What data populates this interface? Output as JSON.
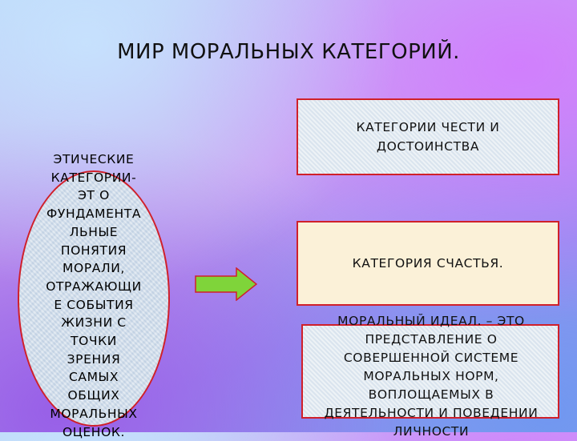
{
  "slide": {
    "title": "МИР МОРАЛЬНЫХ КАТЕГОРИЙ."
  },
  "oval": {
    "text": "ЭТИЧЕСКИЕ КАТЕГОРИИ-ЭТ О ФУНДАМЕНТАЛЬНЫЕ ПОНЯТИЯ МОРАЛИ, ОТРАЖАЮЩИЕ СОБЫТИЯ ЖИЗНИ С ТОЧКИ ЗРЕНИЯ САМЫХ ОБЩИХ МОРАЛЬНЫХ ОЦЕНОК.",
    "lines": [
      "ЭТИЧЕСКИЕ",
      "КАТЕГОРИИ-",
      "ЭТ О",
      "ФУНДАМЕНТА",
      "ЛЬНЫЕ",
      "ПОНЯТИЯ",
      "МОРАЛИ,",
      "ОТРАЖАЮЩИ",
      "Е СОБЫТИЯ",
      "ЖИЗНИ С",
      "ТОЧКИ",
      "ЗРЕНИЯ",
      "САМЫХ",
      "ОБЩИХ",
      "МОРАЛЬНЫХ",
      "ОЦЕНОК."
    ]
  },
  "boxes": [
    {
      "lines": [
        "КАТЕГОРИИ ЧЕСТИ И",
        "ДОСТОИНСТВА"
      ]
    },
    {
      "lines": [
        "КАТЕГОРИЯ СЧАСТЬЯ."
      ]
    },
    {
      "lines": [
        "МОРАЛЬНЫЙ ИДЕАЛ. – ЭТО",
        "ПРЕДСТАВЛЕНИЕ  О",
        "СОВЕРШЕННОЙ  СИСТЕМЕ",
        "МОРАЛЬНЫХ НОРМ,",
        "ВОПЛОЩАЕМЫХ  В",
        "ДЕЯТЕЛЬНОСТИ И ПОВЕДЕНИИ",
        "ЛИЧНОСТИ"
      ]
    }
  ],
  "colors": {
    "border": "#d0202a",
    "arrow_fill": "#7fd43a",
    "arrow_stroke": "#d0202a"
  }
}
